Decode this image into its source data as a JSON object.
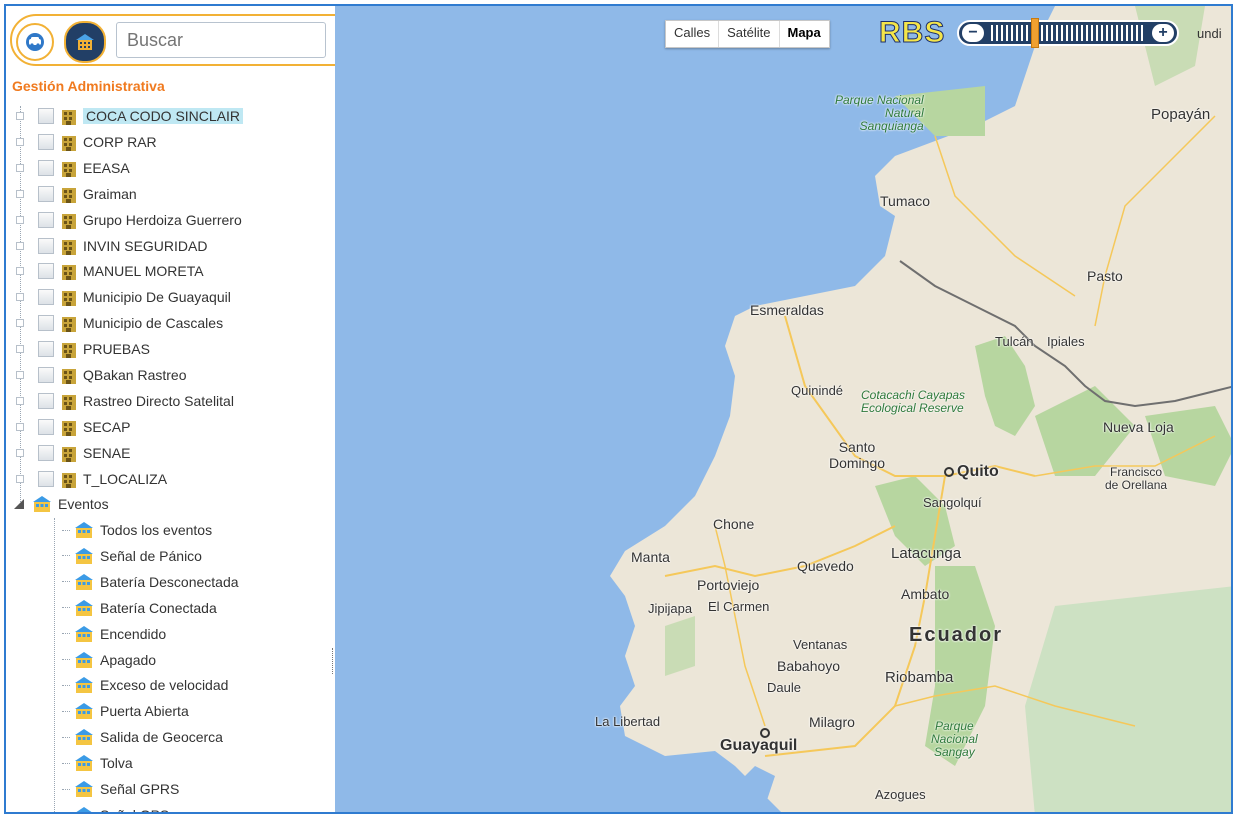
{
  "toolbar": {
    "search_placeholder": "Buscar"
  },
  "section_title": "Gestión Administrativa",
  "companies": [
    "COCA CODO SINCLAIR",
    "CORP RAR",
    "EEASA",
    "Graiman",
    "Grupo Herdoiza Guerrero",
    "INVIN SEGURIDAD",
    "MANUEL MORETA",
    "Municipio De Guayaquil",
    "Municipio de Cascales",
    "PRUEBAS",
    "QBakan Rastreo",
    "Rastreo Directo Satelital",
    "SECAP",
    "SENAE",
    "T_LOCALIZA"
  ],
  "selected_company": "COCA CODO SINCLAIR",
  "events_label": "Eventos",
  "events": [
    "Todos los eventos",
    "Señal de Pánico",
    "Batería Desconectada",
    "Batería Conectada",
    "Encendido",
    "Apagado",
    "Exceso de velocidad",
    "Puerta Abierta",
    "Salida de Geocerca",
    "Tolva",
    "Señal GPRS",
    "Señal GPS"
  ],
  "map": {
    "type_buttons": [
      "Calles",
      "Satélite",
      "Mapa"
    ],
    "active_type": "Mapa",
    "brand": "RBS",
    "zoom_minus": "−",
    "zoom_plus": "+",
    "mundi_text": "undi",
    "labels": {
      "parque_nacional_sanquianga": [
        "Parque Nacional",
        "Natural",
        "Sanquianga"
      ],
      "popayan": "Popayán",
      "tumaco": "Tumaco",
      "pasto": "Pasto",
      "esmeraldas": "Esmeraldas",
      "tulcan": "Tulcán",
      "ipiales": "Ipiales",
      "quininde": "Quinindé",
      "cotacachi": [
        "Cotacachi Cayapas",
        "Ecological Reserve"
      ],
      "nueva_loja": "Nueva Loja",
      "santo_domingo": [
        "Santo",
        "Domingo"
      ],
      "quito": "Quito",
      "francisco": [
        "Francisco",
        "de Orellana"
      ],
      "sangolqui": "Sangolquí",
      "chone": "Chone",
      "manta": "Manta",
      "quevedo": "Quevedo",
      "latacunga": "Latacunga",
      "portoviejo": "Portoviejo",
      "ambato": "Ambato",
      "jipijapa": "Jipijapa",
      "el_carmen": "El Carmen",
      "ecuador": "Ecuador",
      "ventanas": "Ventanas",
      "babahoyo": "Babahoyo",
      "riobamba": "Riobamba",
      "daule": "Daule",
      "la_libertad": "La Libertad",
      "milagro": "Milagro",
      "guayaquil": "Guayaquil",
      "parque_sangay": [
        "Parque",
        "Nacional",
        "Sangay"
      ],
      "azogues": "Azogues"
    }
  }
}
